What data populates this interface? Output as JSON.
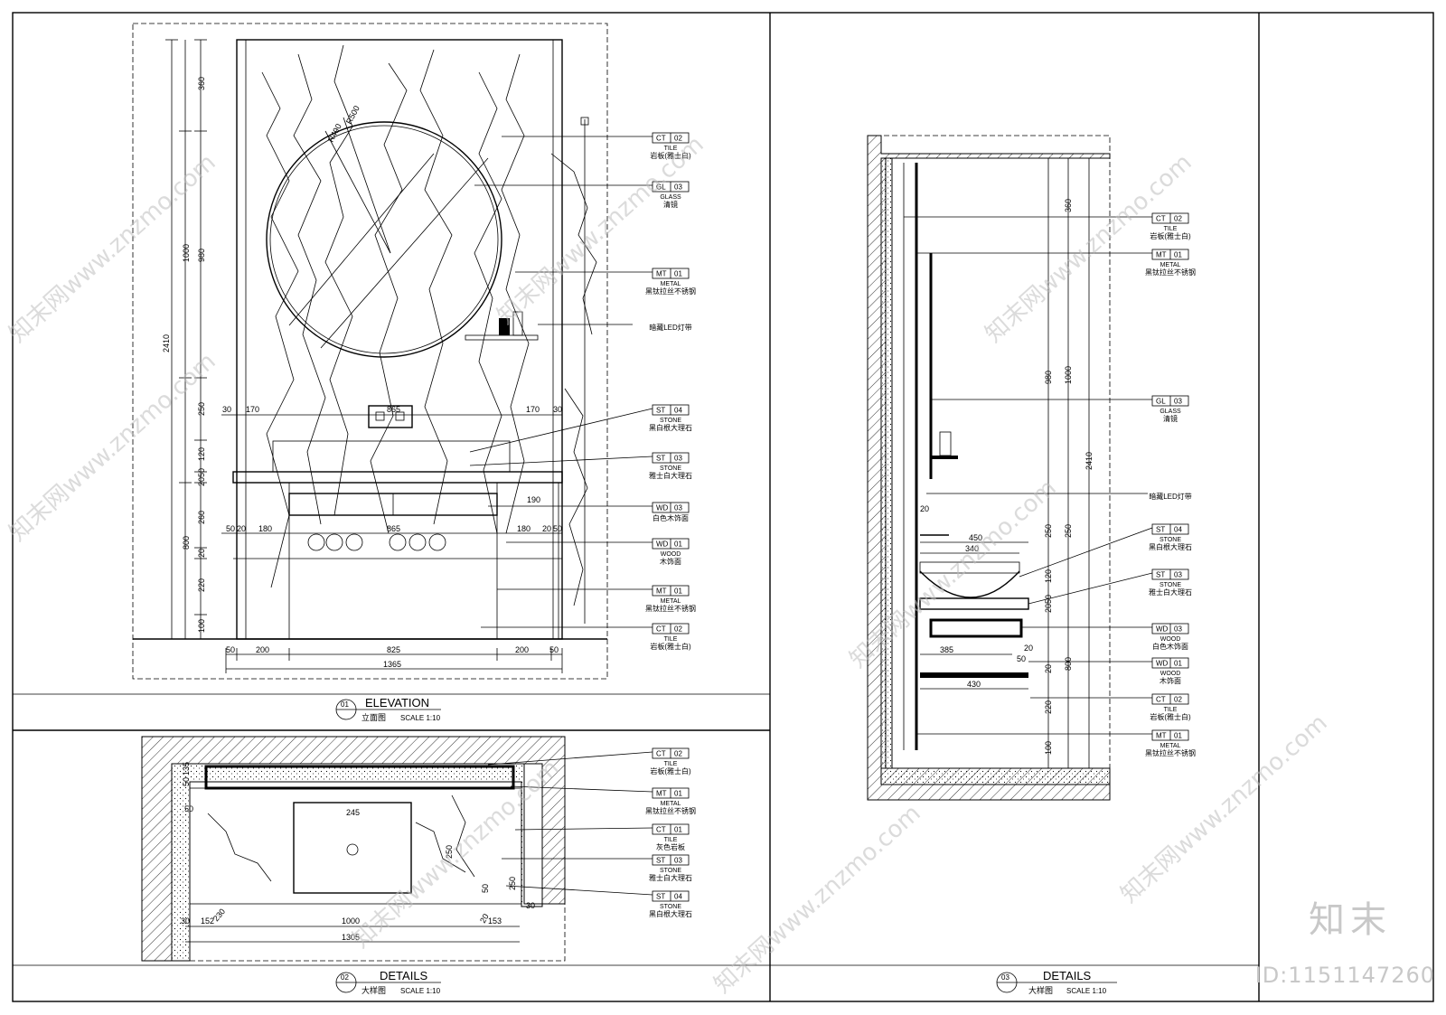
{
  "views": [
    {
      "num": "01",
      "title": "ELEVATION",
      "subtitle": "立面图",
      "scale": "SCALE 1:10"
    },
    {
      "num": "02",
      "title": "DETAILS",
      "subtitle": "大样图",
      "scale": "SCALE 1:10"
    },
    {
      "num": "03",
      "title": "DETAILS",
      "subtitle": "大样图",
      "scale": "SCALE 1:10"
    }
  ],
  "tags_elevation": [
    {
      "code": "CT",
      "num": "02",
      "en": "TILE",
      "cn": "岩板(雅士白)"
    },
    {
      "code": "GL",
      "num": "03",
      "en": "GLASS",
      "cn": "清镜"
    },
    {
      "code": "MT",
      "num": "01",
      "en": "METAL",
      "cn": "黑钛拉丝不锈钢"
    },
    {
      "code": "",
      "num": "",
      "en": "",
      "cn": "暗藏LED灯带"
    },
    {
      "code": "ST",
      "num": "04",
      "en": "STONE",
      "cn": "黑白根大理石"
    },
    {
      "code": "ST",
      "num": "03",
      "en": "STONE",
      "cn": "雅士白大理石"
    },
    {
      "code": "WD",
      "num": "03",
      "en": "",
      "cn": "白色木饰面"
    },
    {
      "code": "WD",
      "num": "01",
      "en": "WOOD",
      "cn": "木饰面"
    },
    {
      "code": "MT",
      "num": "01",
      "en": "METAL",
      "cn": "黑钛拉丝不锈钢"
    },
    {
      "code": "CT",
      "num": "02",
      "en": "TILE",
      "cn": "岩板(雅士白)"
    }
  ],
  "tags_plan": [
    {
      "code": "CT",
      "num": "02",
      "en": "TILE",
      "cn": "岩板(雅士白)"
    },
    {
      "code": "MT",
      "num": "01",
      "en": "METAL",
      "cn": "黑钛拉丝不锈钢"
    },
    {
      "code": "CT",
      "num": "01",
      "en": "TILE",
      "cn": "灰色岩板"
    },
    {
      "code": "ST",
      "num": "03",
      "en": "STONE",
      "cn": "雅士白大理石"
    },
    {
      "code": "ST",
      "num": "04",
      "en": "STONE",
      "cn": "黑白根大理石"
    }
  ],
  "tags_section": [
    {
      "code": "CT",
      "num": "02",
      "en": "TILE",
      "cn": "岩板(雅士白)"
    },
    {
      "code": "MT",
      "num": "01",
      "en": "METAL",
      "cn": "黑钛拉丝不锈钢"
    },
    {
      "code": "GL",
      "num": "03",
      "en": "GLASS",
      "cn": "清镜"
    },
    {
      "code": "",
      "num": "",
      "en": "",
      "cn": "暗藏LED灯带"
    },
    {
      "code": "ST",
      "num": "04",
      "en": "STONE",
      "cn": "黑白根大理石"
    },
    {
      "code": "ST",
      "num": "03",
      "en": "STONE",
      "cn": "雅士白大理石"
    },
    {
      "code": "WD",
      "num": "03",
      "en": "WOOD",
      "cn": "白色木饰面"
    },
    {
      "code": "WD",
      "num": "01",
      "en": "WOOD",
      "cn": "木饰面"
    },
    {
      "code": "CT",
      "num": "02",
      "en": "TILE",
      "cn": "岩板(雅士白)"
    },
    {
      "code": "MT",
      "num": "01",
      "en": "METAL",
      "cn": "黑钛拉丝不锈钢"
    }
  ],
  "dims_elevation_left": [
    "360",
    "1000",
    "980",
    "2410",
    "250",
    "120",
    "2050",
    "260",
    "800",
    "20",
    "220",
    "100"
  ],
  "dims_elevation_bottom": [
    "50",
    "200",
    "825",
    "200",
    "50",
    "1365"
  ],
  "dims_elevation_inner": [
    "30",
    "170",
    "865",
    "170",
    "30",
    "190",
    "50",
    "20",
    "180",
    "865",
    "180",
    "20",
    "50"
  ],
  "dims_elevation_misc": [
    "R500",
    "R490"
  ],
  "dims_plan": [
    "50",
    "135",
    "50",
    "245",
    "250",
    "50",
    "250",
    "230",
    "30",
    "152",
    "1000",
    "153",
    "1305",
    "20",
    "30"
  ],
  "dims_section_right": [
    "360",
    "1000",
    "980",
    "2410",
    "250",
    "250",
    "120",
    "2050",
    "800",
    "20",
    "220",
    "100"
  ],
  "dims_section_misc": [
    "450",
    "340",
    "385",
    "430",
    "20",
    "50",
    "20"
  ],
  "watermark": "知末网www.znzmo.com",
  "brand": "知末",
  "id_text": "ID:1151147260"
}
